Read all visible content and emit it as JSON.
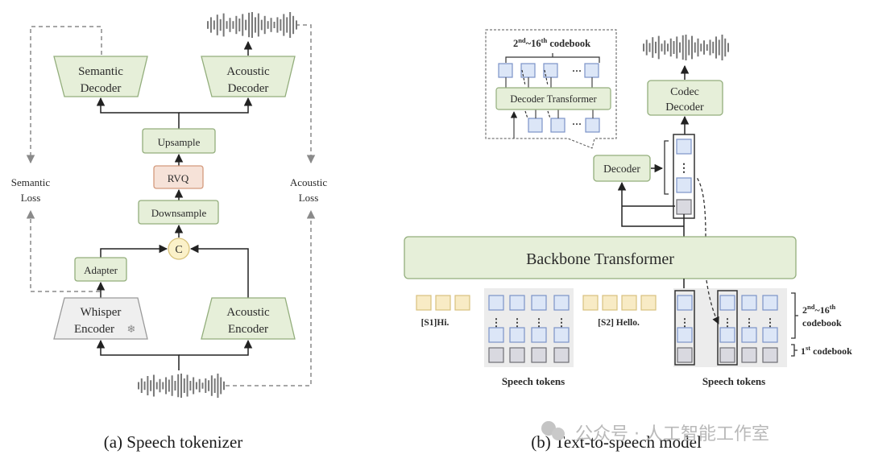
{
  "colors": {
    "green_fill": "#e6efd9",
    "green_stroke": "#93ae7c",
    "rvq_fill": "#f6e2d8",
    "rvq_stroke": "#d49a7d",
    "concat_fill": "#fbf1c9",
    "concat_stroke": "#d8c27a",
    "gray_fill": "#efefef",
    "gray_stroke": "#9a9a9a",
    "blue_token_fill": "#dce6f7",
    "blue_token_stroke": "#7b93c8",
    "gray_token_fill": "#d9d9e0",
    "gray_token_stroke": "#6f6f74",
    "text_token_fill": "#f8ebc5",
    "text_token_stroke": "#d8c07e",
    "token_bg": "#ececec",
    "line": "#222222",
    "dashed": "#8a8a8a"
  },
  "panel_a": {
    "caption": "(a) Speech tokenizer",
    "semantic_decoder": [
      "Semantic",
      "Decoder"
    ],
    "acoustic_decoder": [
      "Acoustic",
      "Decoder"
    ],
    "upsample": "Upsample",
    "rvq": "RVQ",
    "downsample": "Downsample",
    "concat": "C",
    "adapter": "Adapter",
    "whisper_encoder": [
      "Whisper",
      "Encoder"
    ],
    "frozen_icon": "❄",
    "acoustic_encoder": [
      "Acoustic",
      "Encoder"
    ],
    "semantic_loss": [
      "Semantic",
      "Loss"
    ],
    "acoustic_loss": [
      "Acoustic",
      "Loss"
    ]
  },
  "panel_b": {
    "caption": "(b) Text-to-speech model",
    "inset_title_base1": "2",
    "inset_title_sup1": "nd",
    "inset_title_mid": "~16",
    "inset_title_sup2": "th",
    "inset_title_end": " codebook",
    "decoder_transformer": "Decoder Transformer",
    "ellipsis": "···",
    "codec_decoder": [
      "Codec",
      "Decoder"
    ],
    "decoder": "Decoder",
    "backbone": "Backbone Transformer",
    "text1": "[S1]Hi.",
    "text2": "[S2] Hello.",
    "speech_tokens_1": "Speech tokens",
    "speech_tokens_2": "Speech tokens",
    "codebook_2_16": [
      "2",
      "nd",
      "~16",
      "th",
      "codebook"
    ],
    "codebook_1": [
      "1",
      "st",
      " codebook"
    ]
  },
  "watermark": "公众号 · 人工智能工作室"
}
